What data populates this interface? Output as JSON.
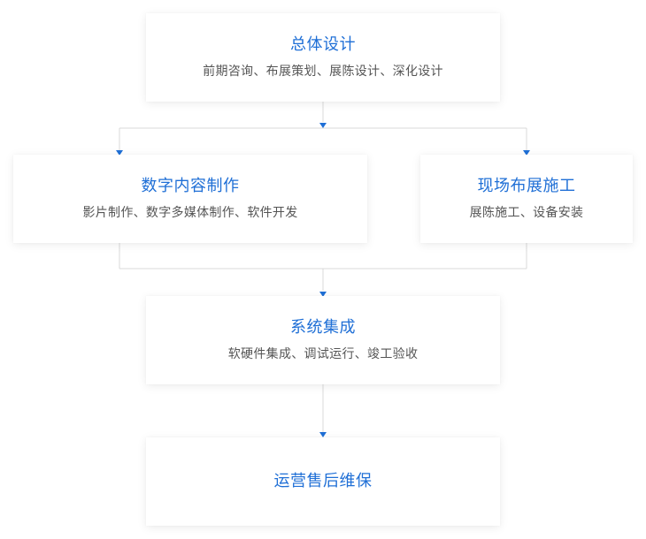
{
  "colors": {
    "accent": "#1f6fd6",
    "line": "#d9d9d9",
    "text": "#555555"
  },
  "steps": {
    "overall": {
      "title": "总体设计",
      "desc": "前期咨询、布展策划、展陈设计、深化设计"
    },
    "digital": {
      "title": "数字内容制作",
      "desc": "影片制作、数字多媒体制作、软件开发"
    },
    "onsite": {
      "title": "现场布展施工",
      "desc": "展陈施工、设备安装"
    },
    "system": {
      "title": "系统集成",
      "desc": "软硬件集成、调试运行、竣工验收"
    },
    "service": {
      "title": "运营售后维保"
    }
  }
}
